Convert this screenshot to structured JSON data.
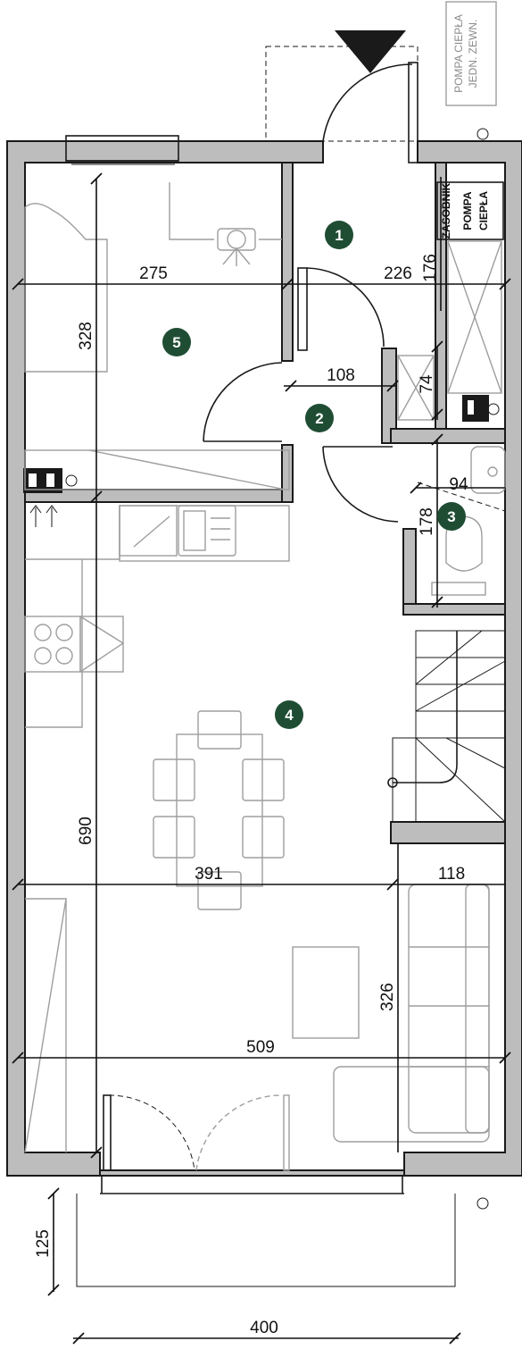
{
  "labels": {
    "pompa_ext": [
      "POMPA CIEPŁA",
      "JEDN. ZEWN."
    ],
    "zasobnik": "ZASOBNIK",
    "pompa_int": [
      "POMPA",
      "CIEPŁA"
    ]
  },
  "rooms": [
    "1",
    "2",
    "3",
    "4",
    "5"
  ],
  "dimensions": {
    "d275": "275",
    "d226": "226",
    "d176": "176",
    "d328": "328",
    "d108": "108",
    "d74": "74",
    "d94": "94",
    "d178": "178",
    "d690": "690",
    "d391": "391",
    "d118": "118",
    "d326": "326",
    "d509": "509",
    "d125": "125",
    "d400": "400"
  },
  "colors": {
    "wall_fill": "#bdbdbd",
    "badge": "#1f4d33",
    "furniture": "#9e9e9e"
  }
}
